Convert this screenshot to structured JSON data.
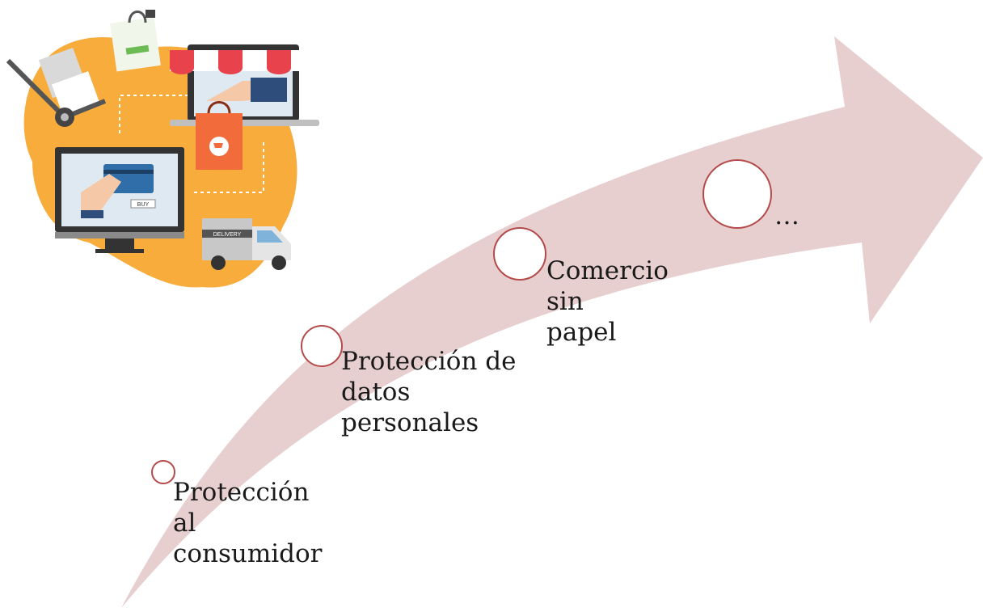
{
  "illustration": {
    "buy_label": "BUY",
    "delivery_label": "DELIVERY"
  },
  "colors": {
    "arrow_fill": "#e7cfd0",
    "node_stroke": "#b44a4a",
    "blob": "#f8ac3c",
    "awning_red": "#e8424c",
    "bag_orange": "#f26b3a",
    "screen_blue": "#2f6ea8"
  },
  "steps": [
    {
      "label": "Protección\nal\nconsumidor"
    },
    {
      "label": "Protección de\ndatos\npersonales"
    },
    {
      "label": "Comercio sin\npapel"
    },
    {
      "label": "…"
    }
  ]
}
